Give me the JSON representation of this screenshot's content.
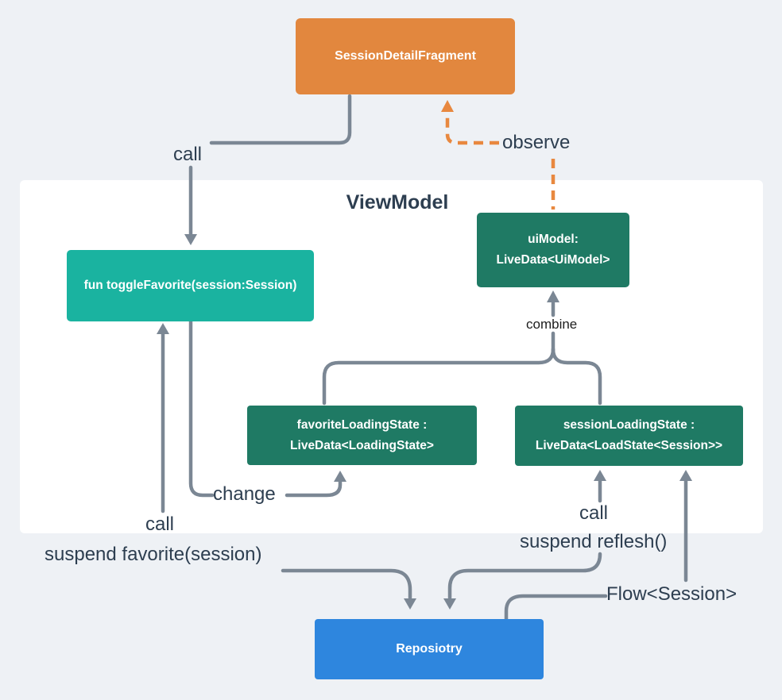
{
  "colors": {
    "background": "#eef1f5",
    "panel": "#ffffff",
    "fragment_orange": "#e2873e",
    "toggle_teal": "#1ab3a0",
    "livedata_green": "#1f7a64",
    "repository_blue": "#2e86de",
    "connector_gray": "#7b8794",
    "observe_orange": "#e8883f",
    "label_text": "#2d3e50"
  },
  "panel": {
    "title": "ViewModel"
  },
  "nodes": {
    "fragment": {
      "label": "SessionDetailFragment"
    },
    "toggle_favorite": {
      "label": "fun toggleFavorite(session:Session)"
    },
    "ui_model": {
      "line1": "uiModel:",
      "line2": "LiveData<UiModel>"
    },
    "favorite_loading_state": {
      "line1": "favoriteLoadingState :",
      "line2": "LiveData<LoadingState>"
    },
    "session_loading_state": {
      "line1": "sessionLoadingState :",
      "line2": "LiveData<LoadState<Session>>"
    },
    "repository": {
      "label": "Reposiotry"
    }
  },
  "edge_labels": {
    "call_top": "call",
    "observe": "observe",
    "combine": "combine",
    "change": "change",
    "call_left": "call",
    "suspend_favorite": "suspend favorite(session)",
    "call_right": "call",
    "suspend_reflesh": "suspend reflesh()",
    "flow_session": "Flow<Session>"
  }
}
